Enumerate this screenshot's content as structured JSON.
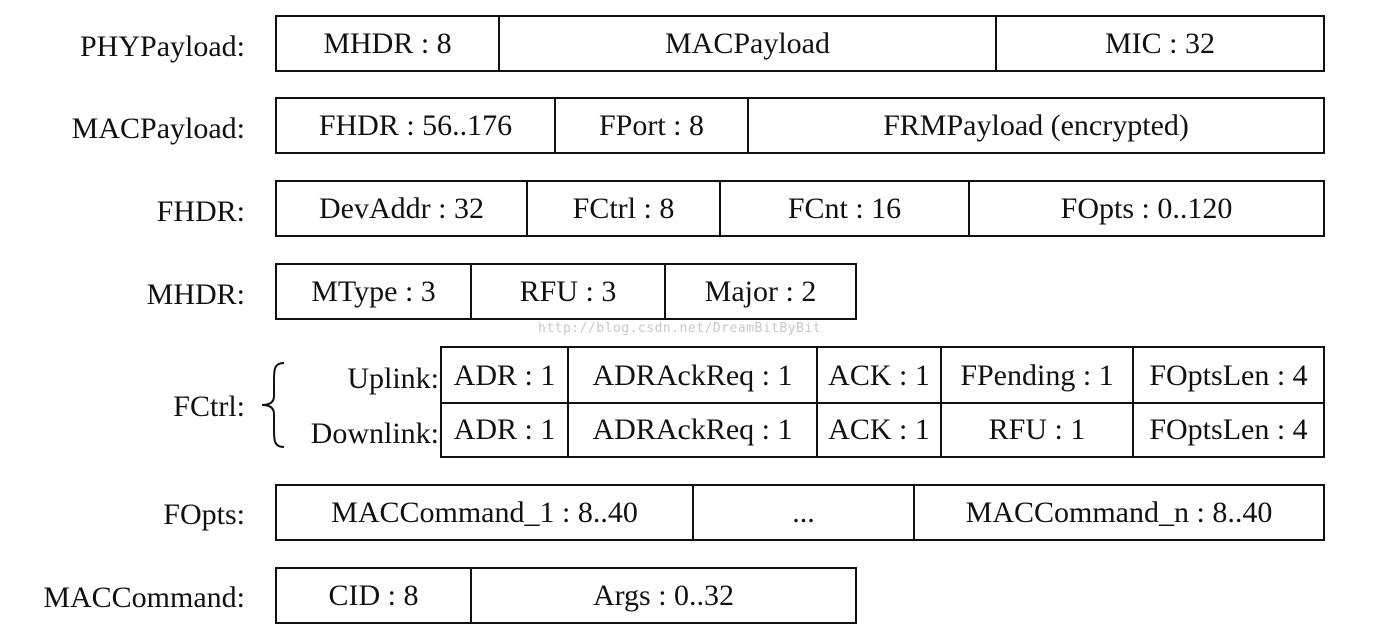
{
  "rows": [
    {
      "label": "PHYPayload:",
      "cells": [
        "MHDR : 8",
        "MACPayload",
        "MIC : 32"
      ]
    },
    {
      "label": "MACPayload:",
      "cells": [
        "FHDR : 56..176",
        "FPort : 8",
        "FRMPayload (encrypted)"
      ]
    },
    {
      "label": "FHDR:",
      "cells": [
        "DevAddr : 32",
        "FCtrl : 8",
        "FCnt : 16",
        "FOpts : 0..120"
      ]
    },
    {
      "label": "MHDR:",
      "cells": [
        "MType : 3",
        "RFU : 3",
        "Major : 2"
      ]
    },
    {
      "label": "FOpts:",
      "cells": [
        "MACCommand_1 : 8..40",
        "...",
        "MACCommand_n : 8..40"
      ]
    },
    {
      "label": "MACCommand:",
      "cells": [
        "CID : 8",
        "Args : 0..32"
      ]
    }
  ],
  "fctrl": {
    "label": "FCtrl:",
    "uplink": {
      "label": "Uplink:",
      "cells": [
        "ADR : 1",
        "ADRAckReq : 1",
        "ACK : 1",
        "FPending : 1",
        "FOptsLen : 4"
      ]
    },
    "downlink": {
      "label": "Downlink:",
      "cells": [
        "ADR : 1",
        "ADRAckReq : 1",
        "ACK : 1",
        "RFU : 1",
        "FOptsLen : 4"
      ]
    }
  },
  "watermark": "http://blog.csdn.net/DreamBitByBit"
}
